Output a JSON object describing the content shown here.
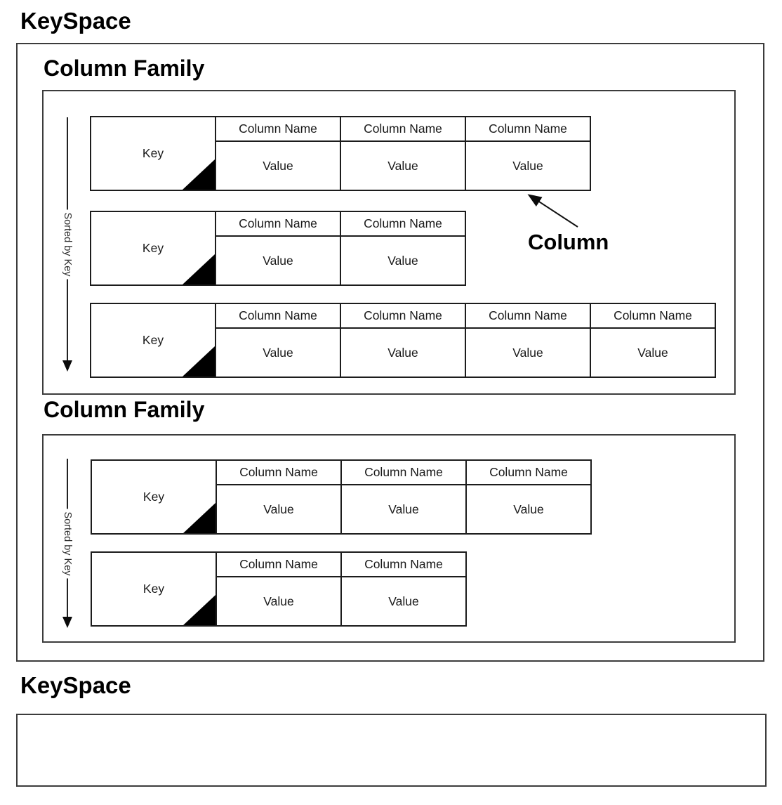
{
  "keyspace_top": {
    "label": "KeySpace",
    "column_families": [
      {
        "label": "Column Family",
        "sorted_by": "Sorted by Key",
        "rows": [
          {
            "key": "Key",
            "columns": [
              {
                "name": "Column Name",
                "value": "Value"
              },
              {
                "name": "Column Name",
                "value": "Value"
              },
              {
                "name": "Column Name",
                "value": "Value"
              }
            ]
          },
          {
            "key": "Key",
            "columns": [
              {
                "name": "Column Name",
                "value": "Value"
              },
              {
                "name": "Column Name",
                "value": "Value"
              }
            ]
          },
          {
            "key": "Key",
            "columns": [
              {
                "name": "Column Name",
                "value": "Value"
              },
              {
                "name": "Column Name",
                "value": "Value"
              },
              {
                "name": "Column Name",
                "value": "Value"
              },
              {
                "name": "Column Name",
                "value": "Value"
              }
            ]
          }
        ]
      },
      {
        "label": "Column Family",
        "sorted_by": "Sorted by Key",
        "rows": [
          {
            "key": "Key",
            "columns": [
              {
                "name": "Column Name",
                "value": "Value"
              },
              {
                "name": "Column Name",
                "value": "Value"
              },
              {
                "name": "Column Name",
                "value": "Value"
              }
            ]
          },
          {
            "key": "Key",
            "columns": [
              {
                "name": "Column Name",
                "value": "Value"
              },
              {
                "name": "Column Name",
                "value": "Value"
              }
            ]
          }
        ]
      }
    ]
  },
  "keyspace_bottom": {
    "label": "KeySpace"
  },
  "annotation": {
    "label": "Column"
  },
  "colors": {
    "background": "#ffffff",
    "frame_border": "#3c3c3c",
    "table_border": "#1c1c1c",
    "text": "#111111",
    "triangle_fill": "#000000"
  }
}
